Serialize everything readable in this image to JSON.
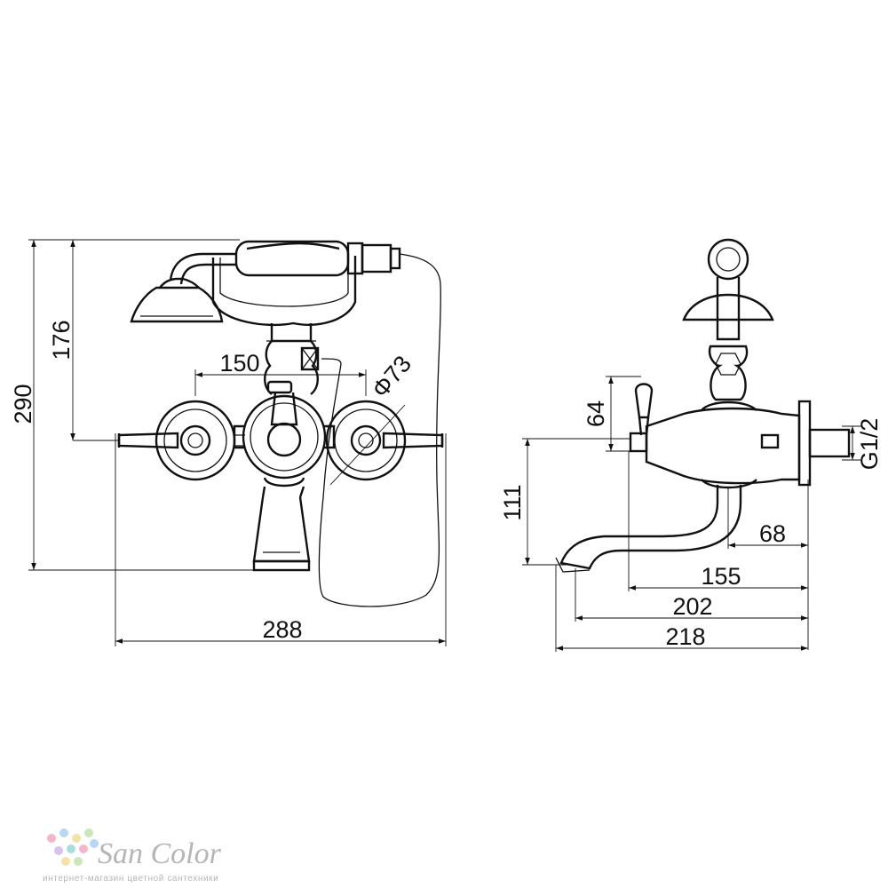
{
  "front_view": {
    "dim_height_total": "290",
    "dim_height_shower": "176",
    "dim_centers": "150",
    "dim_diameter": "Φ73",
    "dim_width_total": "288"
  },
  "side_view": {
    "dim_spout_height": "111",
    "dim_lever_height": "64",
    "dim_thread": "G1/2",
    "dim_68": "68",
    "dim_155": "155",
    "dim_202": "202",
    "dim_218": "218"
  },
  "watermark": {
    "brand": "San Color",
    "tagline": "интернет-магазин цветной сантехники",
    "dot_colors": [
      "#f4b6c8",
      "#b9d6f2",
      "#f7e2a6",
      "#c9e8b8",
      "#d8c2ef",
      "#a9dde0"
    ]
  }
}
